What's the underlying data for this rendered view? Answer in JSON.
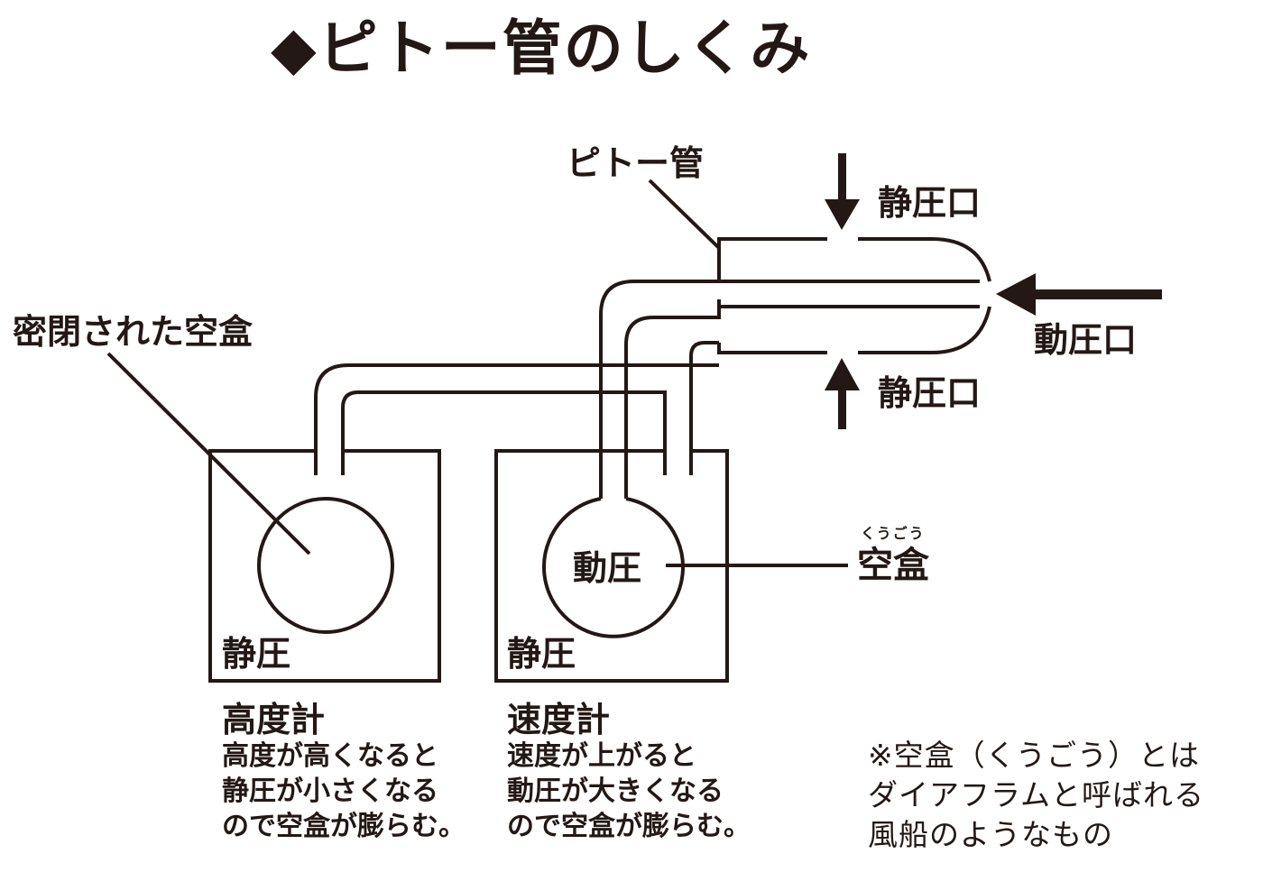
{
  "title": "◆ピトー管のしくみ",
  "labels": {
    "pitot_tube": "ピトー管",
    "static_port_top": "静圧口",
    "static_port_bottom": "静圧口",
    "dynamic_port": "動圧口",
    "sealed_capsule": "密閉された空盒",
    "capsule": "空盒",
    "capsule_ruby": "くうごう",
    "dynamic_pressure": "動圧",
    "static_pressure_left": "静圧",
    "static_pressure_right": "静圧"
  },
  "altimeter": {
    "name": "高度計",
    "lines": [
      "高度が高くなると",
      "静圧が小さくなる",
      "ので空盒が膨らむ。"
    ]
  },
  "speedometer": {
    "name": "速度計",
    "lines": [
      "速度が上がると",
      "動圧が大きくなる",
      "ので空盒が膨らむ。"
    ]
  },
  "note": {
    "lines": [
      "※空盒（くうごう）とは",
      "ダイアフラムと呼ばれる",
      "風船のようなもの"
    ]
  },
  "colors": {
    "ink": "#231815",
    "background": "#ffffff"
  }
}
